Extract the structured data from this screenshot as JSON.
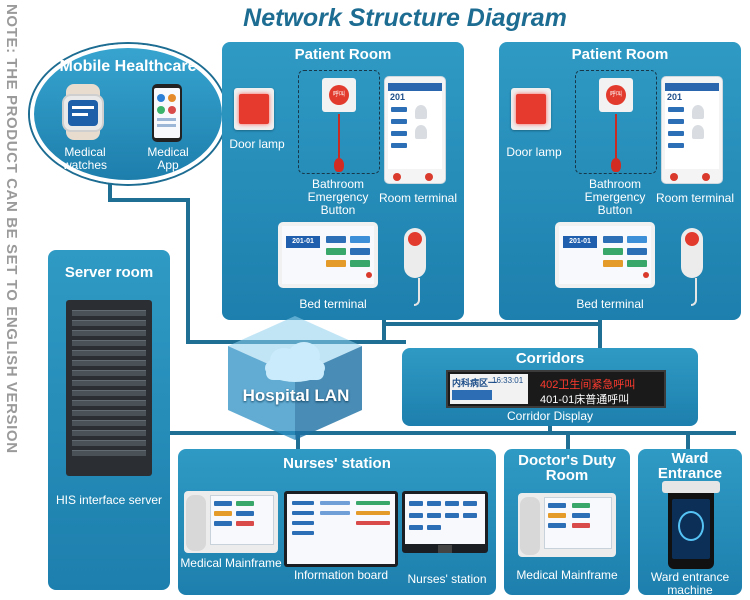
{
  "title": "Network Structure Diagram",
  "side_note": "NOTE: THE PRODUCT CAN BE SET TO ENGLISH VERSION",
  "mobile": {
    "title": "Mobile Healthcare",
    "watch_label": "Medical\nwatches",
    "app_label": "Medical\nApp"
  },
  "patient_room_left": {
    "title": "Patient Room",
    "door_lamp": "Door lamp",
    "bathroom_button": "Bathroom\nEmergency\nButton",
    "room_terminal": "Room terminal",
    "bed_terminal": "Bed terminal",
    "room_no": "201",
    "bed_no": "201-01"
  },
  "patient_room_right": {
    "title": "Patient Room",
    "door_lamp": "Door lamp",
    "bathroom_button": "Bathroom\nEmergency\nButton",
    "room_terminal": "Room terminal",
    "bed_terminal": "Bed terminal",
    "room_no": "201",
    "bed_no": "201-01"
  },
  "server": {
    "title": "Server room",
    "label": "HIS interface server"
  },
  "lan": {
    "label": "Hospital LAN"
  },
  "corridors": {
    "title": "Corridors",
    "display_label": "Corridor Display",
    "display_left_top": "内科病区一",
    "display_time": "16:33:01",
    "display_line1": "402卫生间紧急呼叫",
    "display_line2": "401-01床普通呼叫"
  },
  "nurses": {
    "title": "Nurses' station",
    "mainframe": "Medical Mainframe",
    "info_board": "Information board",
    "station": "Nurses' station"
  },
  "doctor": {
    "title": "Doctor's Duty\nRoom",
    "mainframe": "Medical Mainframe"
  },
  "ward": {
    "title": "Ward\nEntrance",
    "machine": "Ward entrance\nmachine"
  },
  "colors": {
    "panel": "#2489b8",
    "line": "#1e6f93",
    "title": "#1d6c92",
    "alert": "#e23a2c"
  }
}
